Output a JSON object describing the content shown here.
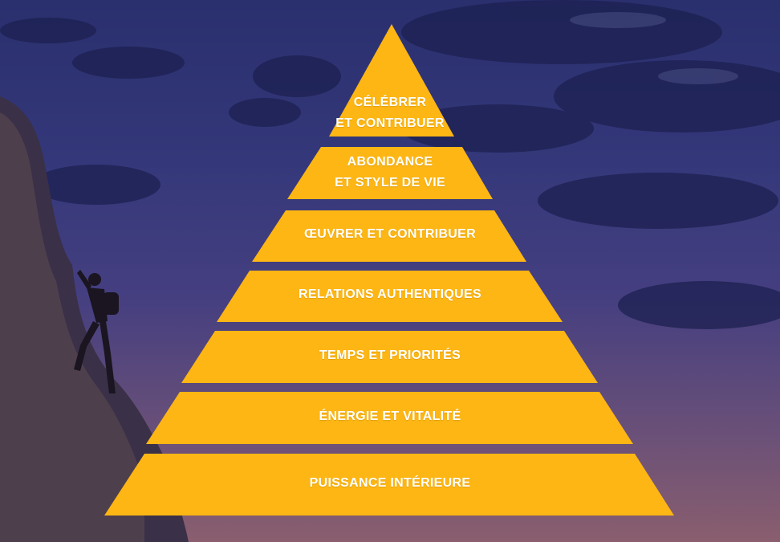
{
  "colors": {
    "pyramid": "#FDB614",
    "text": "#FFFFFF"
  },
  "pyramid": {
    "layers": [
      {
        "lines": [
          "CÉLÉBRER",
          "ET CONTRIBUER"
        ]
      },
      {
        "lines": [
          "ABONDANCE",
          "ET STYLE DE VIE"
        ]
      },
      {
        "lines": [
          "ŒUVRER ET CONTRIBUER"
        ]
      },
      {
        "lines": [
          "RELATIONS AUTHENTIQUES"
        ]
      },
      {
        "lines": [
          "TEMPS ET PRIORITÉS"
        ]
      },
      {
        "lines": [
          "ÉNERGIE ET VITALITÉ"
        ]
      },
      {
        "lines": [
          "PUISSANCE INTÉRIEURE"
        ]
      }
    ]
  }
}
